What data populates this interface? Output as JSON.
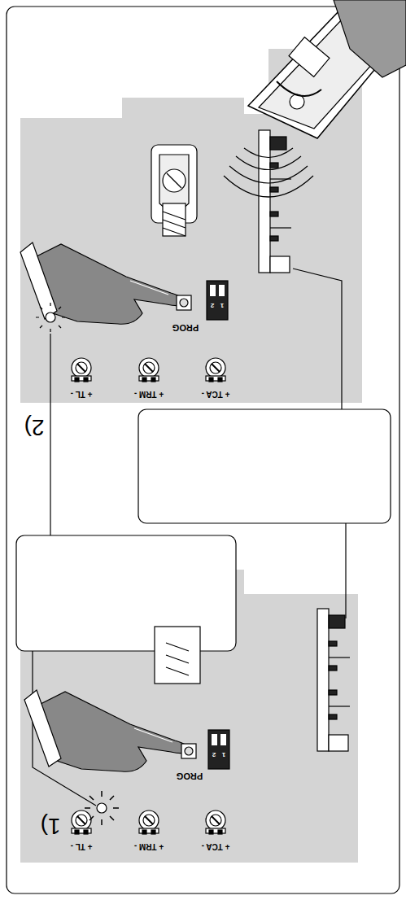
{
  "diagram": {
    "labels": [
      "2)",
      "PROG",
      "1",
      "2",
      "+ TL -",
      "+ TRM -",
      "+ TCA -",
      "1)",
      "PROG",
      "1",
      "2",
      "+ TL -",
      "+ TRM -",
      "+ TCA -"
    ]
  }
}
